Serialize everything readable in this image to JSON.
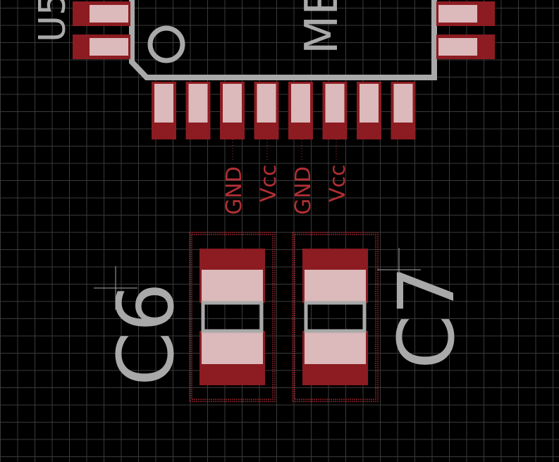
{
  "colors": {
    "background": "#000000",
    "grid": "#3a3a3a",
    "pad_red": "#8c1c22",
    "pad_highlight": "#dcb9ba",
    "silkscreen": "#a9a9a9",
    "net_label": "#b02f35",
    "outline": "#a02a30"
  },
  "board": {
    "ic": {
      "name_fragment": "ME",
      "ref_fragment": "U5",
      "left_pins": 2,
      "right_pins": 2,
      "bottom_pins": 8
    },
    "net_labels": [
      "GND",
      "Vcc",
      "GND",
      "Vcc"
    ],
    "capacitors": [
      {
        "ref": "C6"
      },
      {
        "ref": "C7"
      }
    ]
  }
}
